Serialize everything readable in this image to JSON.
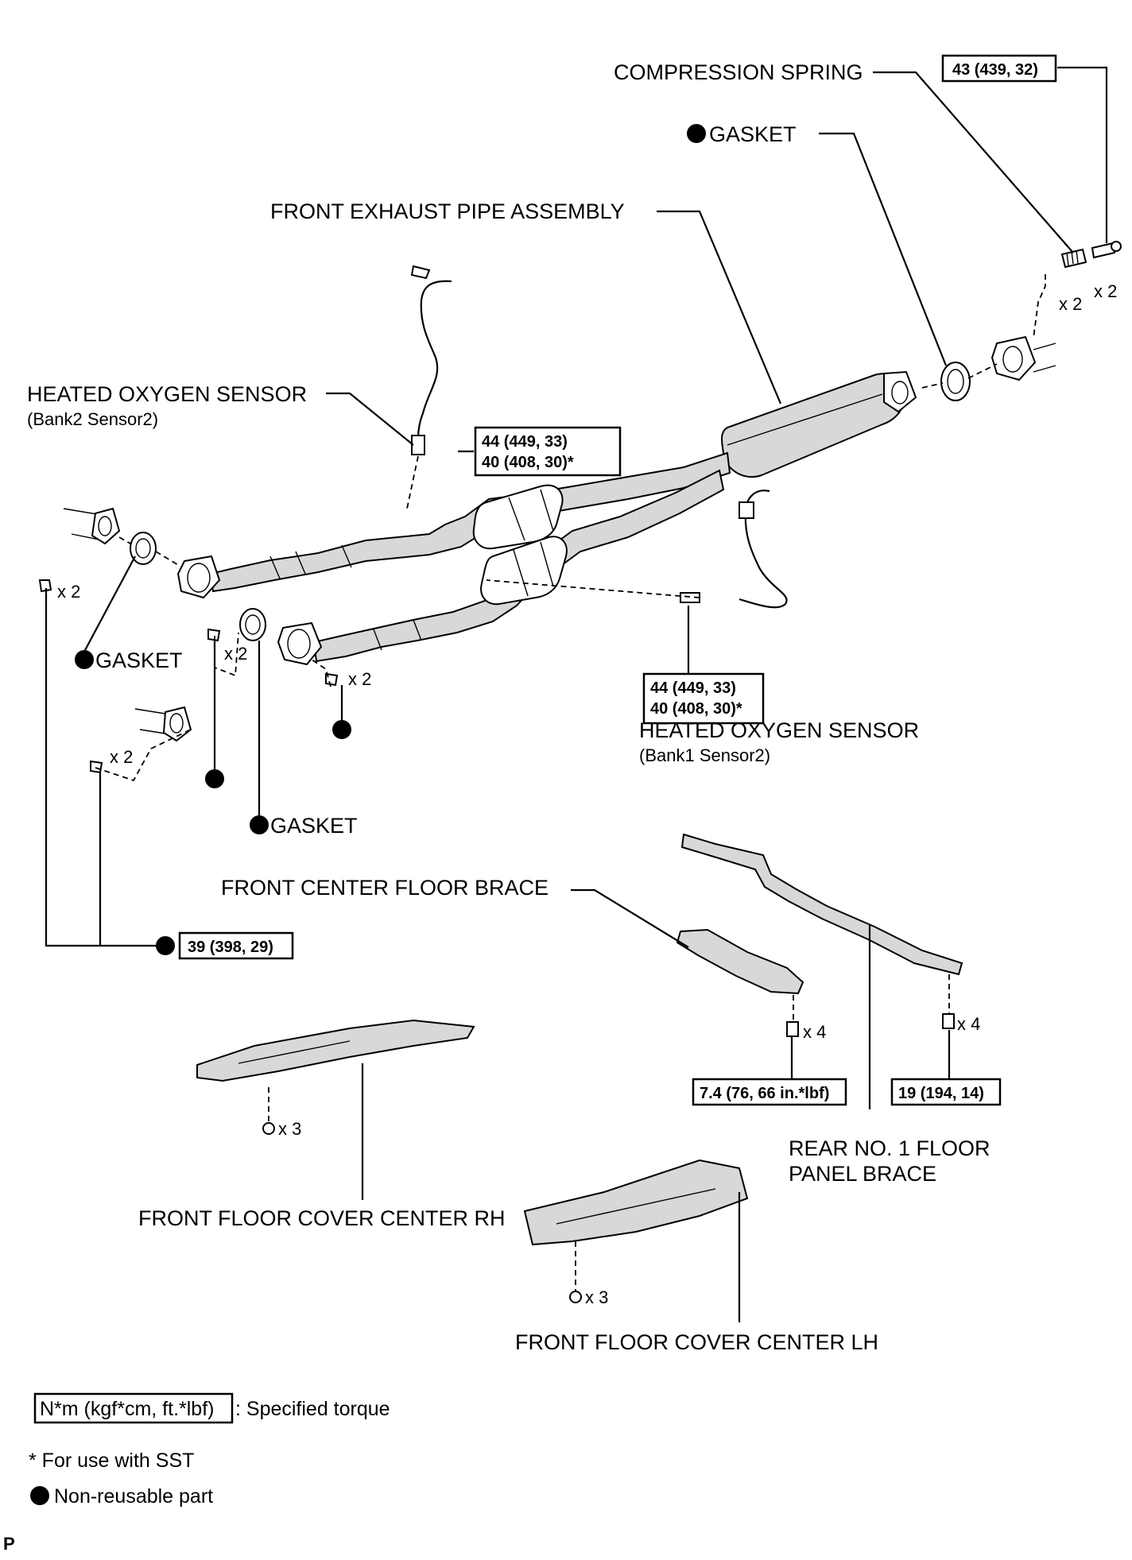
{
  "labels": {
    "compression_spring": "COMPRESSION SPRING",
    "gasket_top": "GASKET",
    "front_exhaust_pipe": "FRONT EXHAUST PIPE ASSEMBLY",
    "hos_bank2": "HEATED OXYGEN SENSOR",
    "hos_bank2_sub": "(Bank2 Sensor2)",
    "gasket_left": "GASKET",
    "gasket_lower": "GASKET",
    "hos_bank1": "HEATED OXYGEN SENSOR",
    "hos_bank1_sub": "(Bank1 Sensor2)",
    "front_center_floor_brace": "FRONT CENTER FLOOR BRACE",
    "rear_floor_panel_brace_1": "REAR NO. 1 FLOOR",
    "rear_floor_panel_brace_2": "PANEL BRACE",
    "front_floor_cover_rh": "FRONT FLOOR COVER CENTER RH",
    "front_floor_cover_lh": "FRONT FLOOR COVER CENTER LH"
  },
  "torques": {
    "spring_bolt": "43 (439, 32)",
    "hos_bank2_a": "44 (449, 33)",
    "hos_bank2_b": "40 (408, 30)*",
    "hos_bank1_a": "44 (449, 33)",
    "hos_bank1_b": "40 (408, 30)*",
    "flange_nut": "39 (398, 29)",
    "center_brace": "7.4 (76, 66 in.*lbf)",
    "rear_brace": "19 (194, 14)"
  },
  "quantities": {
    "spring": "x 2",
    "spring_bolt": "x 2",
    "left_nut_upper": "x 2",
    "left_stud": "x 2",
    "right_stud": "x 2",
    "left_nut_lower": "x 2",
    "center_brace_bolt": "x 4",
    "rear_brace_bolt": "x 4",
    "rh_cover_nut": "x 3",
    "lh_cover_nut": "x 3"
  },
  "legend": {
    "torque_unit": "N*m (kgf*cm, ft.*lbf)",
    "torque_desc": ": Specified torque",
    "sst_note": "* For use with SST",
    "nonreusable": "Non-reusable part"
  },
  "corner_mark": "P"
}
